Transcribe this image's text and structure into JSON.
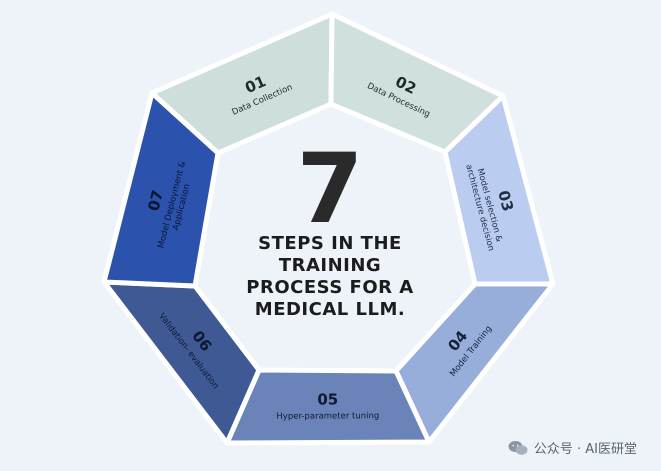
{
  "center": {
    "number": "7",
    "title_lines": [
      "STEPS IN THE",
      "TRAINING",
      "PROCESS FOR A",
      "MEDICAL LLM."
    ]
  },
  "segments": [
    {
      "num": "01",
      "label_lines": [
        "Data Collection"
      ],
      "fill": "#cddedd",
      "text_color": "#1d2a2a"
    },
    {
      "num": "02",
      "label_lines": [
        "Data Processing"
      ],
      "fill": "#cfe0df",
      "text_color": "#1d2a2a"
    },
    {
      "num": "03",
      "label_lines": [
        "Model selection &",
        "architecture decision"
      ],
      "fill": "#bacdf1",
      "text_color": "#1f2c44"
    },
    {
      "num": "04",
      "label_lines": [
        "Model Training"
      ],
      "fill": "#97aedb",
      "text_color": "#15213a"
    },
    {
      "num": "05",
      "label_lines": [
        "Hyper-parameter tuning"
      ],
      "fill": "#6a84b9",
      "text_color": "#0f1a30"
    },
    {
      "num": "06",
      "label_lines": [
        "Validation- evaluation"
      ],
      "fill": "#3f5994",
      "text_color": "#0e1830"
    },
    {
      "num": "07",
      "label_lines": [
        "Model Deployment &",
        "Application"
      ],
      "fill": "#2b52ad",
      "text_color": "#0b1530"
    }
  ],
  "watermark": {
    "text": "公众号 · AI医研堂",
    "icon": "wechat-icon"
  }
}
